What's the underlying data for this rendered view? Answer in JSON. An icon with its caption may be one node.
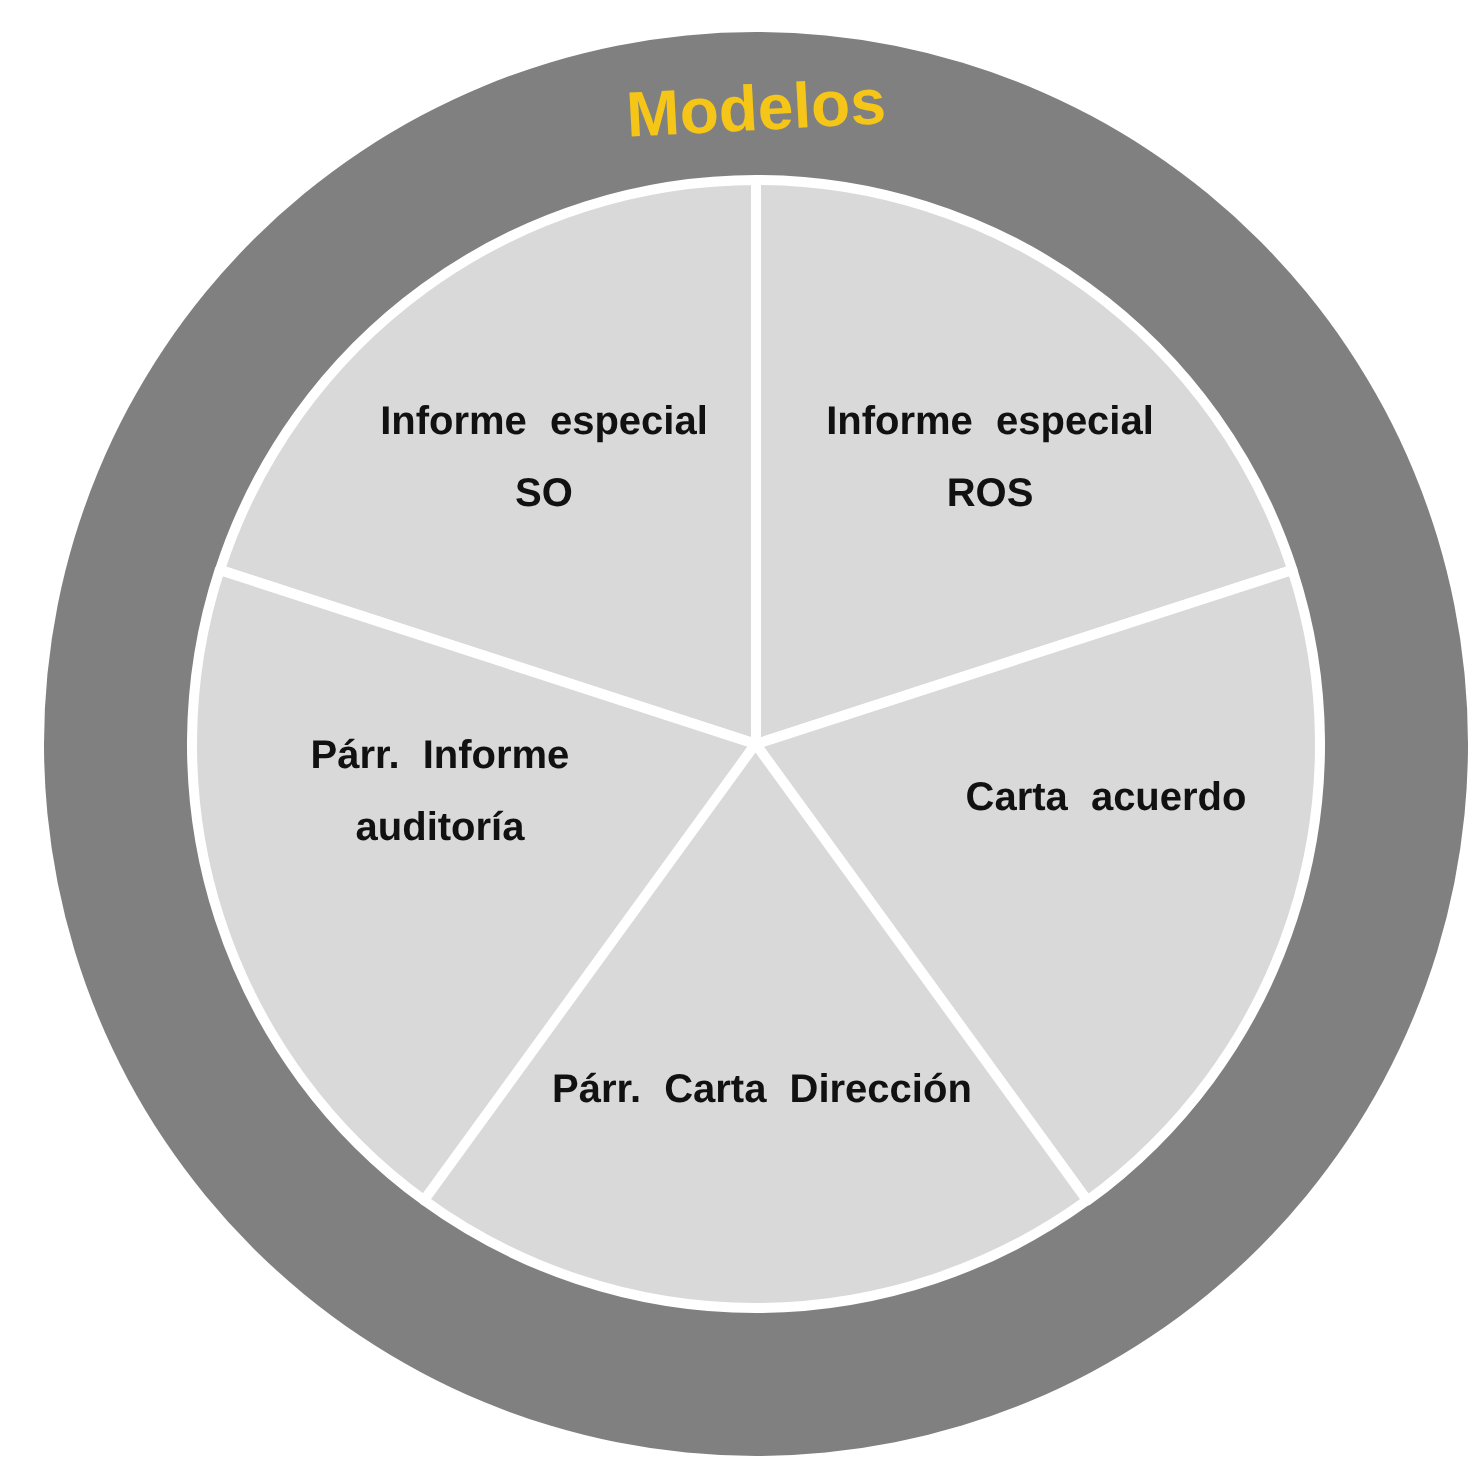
{
  "diagram": {
    "nodes": [
      {
        "text": [
          "Modelos"
        ]
      },
      {
        "text": [
          "Informe especial SO"
        ],
        "in": 0
      },
      {
        "text": [
          "Informe especial ROS"
        ],
        "in": 0
      },
      {
        "text": [
          "Párr. Informe auditoría"
        ],
        "in": 0
      },
      {
        "text": [
          "Carta acuerdo"
        ],
        "in": 0
      },
      {
        "text": [
          "Párr. Carta Dirección"
        ],
        "in": 0
      }
    ],
    "edges": []
  }
}
